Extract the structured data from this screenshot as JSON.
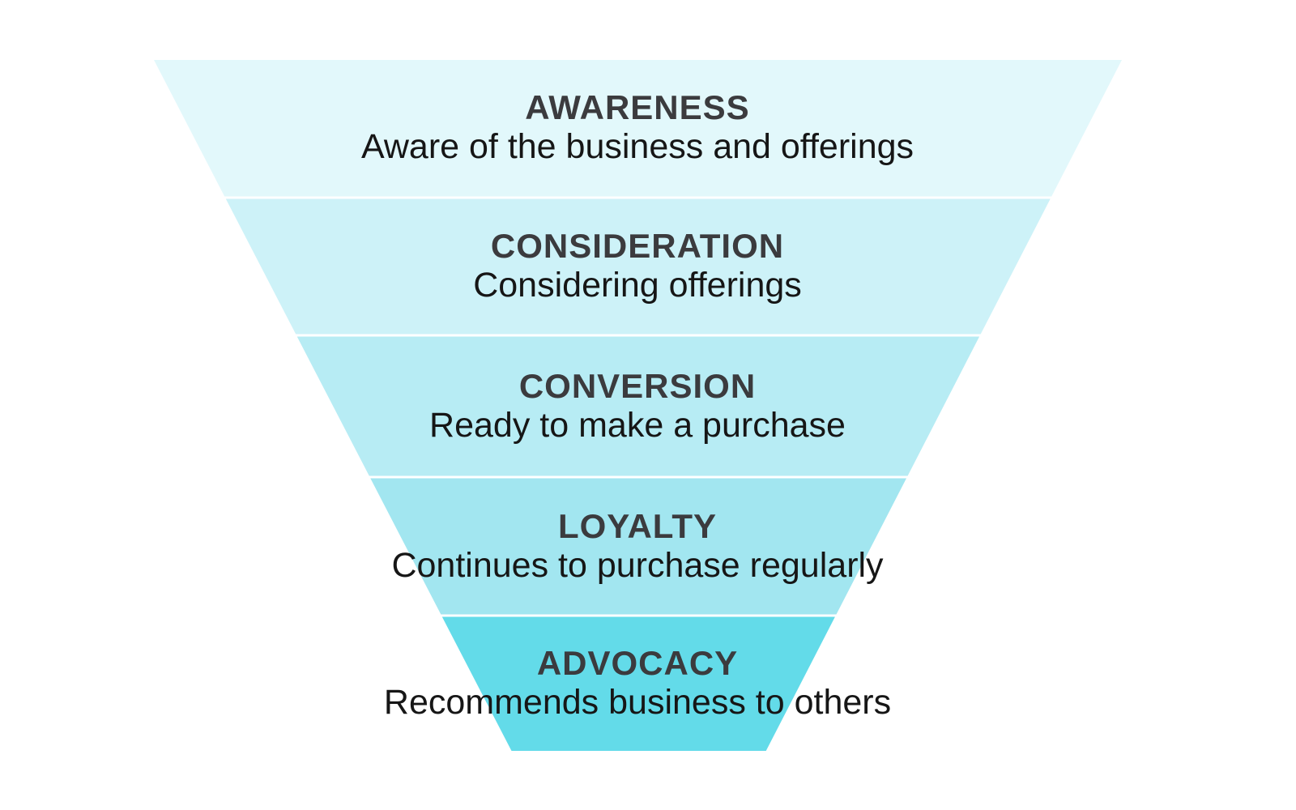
{
  "diagram": {
    "kind": "marketing-funnel",
    "background_color": "#ffffff",
    "separator_color": "#ffffff",
    "text_colors": {
      "title": "#3b3b3e",
      "description": "#161616"
    },
    "stages": [
      {
        "title": "AWARENESS",
        "description": "Aware of the business and offerings",
        "color": "#e2f8fb"
      },
      {
        "title": "CONSIDERATION",
        "description": "Considering offerings",
        "color": "#cdf2f8"
      },
      {
        "title": "CONVERSION",
        "description": "Ready to make a purchase",
        "color": "#b7ecf4"
      },
      {
        "title": "LOYALTY",
        "description": "Continues to purchase regularly",
        "color": "#a2e6f0"
      },
      {
        "title": "ADVOCACY",
        "description": "Recommends business to others",
        "color": "#63dbe9"
      }
    ]
  }
}
